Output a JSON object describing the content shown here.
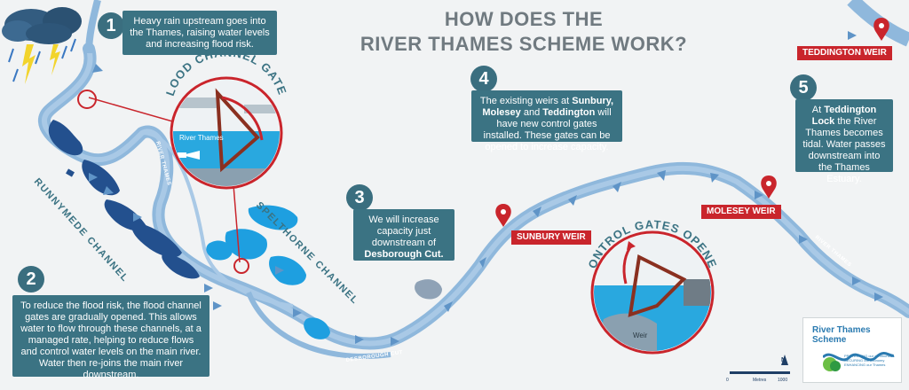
{
  "title": {
    "line1": "HOW DOES THE",
    "line2": "RIVER THAMES SCHEME WORK?"
  },
  "steps": [
    {
      "number": "1",
      "text": "Heavy rain upstream goes into the Thames, raising water levels and increasing flood risk."
    },
    {
      "number": "2",
      "text": "To reduce the flood risk, the flood channel gates are gradually opened. This allows water to flow through these channels, at a managed rate, helping to reduce flows and control water levels on the main river. Water then re-joins the main river downstream."
    },
    {
      "number": "3",
      "text_pre": "We will increase capacity just downstream of",
      "text_bold": "Desborough Cut."
    },
    {
      "number": "4",
      "text_pre": "The existing weirs at",
      "text_bold1": "Sunbury, Molesey",
      "text_mid": "and",
      "text_bold2": "Teddington",
      "text_post": "will have new control gates installed. These gates can be opened to increase capacity."
    },
    {
      "number": "5",
      "text_pre": "At",
      "text_bold": "Teddington Lock",
      "text_post": "the River Thames becomes tidal. Water passes downstream into the Thames Estuary."
    }
  ],
  "weirs": {
    "teddington": "TEDDINGTON WEIR",
    "molesey": "MOLESEY WEIR",
    "sunbury": "SUNBURY WEIR"
  },
  "inset_labels": {
    "flood_gates": "FLOOD CHANNEL GATES",
    "control_gates": "CONTROL GATES OPENED",
    "river_thames": "River Thames",
    "weir": "Weir"
  },
  "map_labels": {
    "runnymede": "RUNNYMEDE CHANNEL",
    "spelthorne": "SPELTHORNE CHANNEL",
    "river_thames_upper": "RIVER THAMES",
    "river_thames_lower": "RIVER THAMES",
    "desborough": "DESBOROUGH CUT"
  },
  "scale": {
    "start": "0",
    "unit": "Metres",
    "end": "1000"
  },
  "north": "N",
  "logo": {
    "title": "River Thames Scheme",
    "tagline": "PROTECTING our communities SECURING our economy ENHANCING our Thames"
  },
  "colors": {
    "river": "#8fb8dc",
    "channel_dark": "#23508e",
    "channel_bright": "#1e9fe0",
    "teal": "#3b7383",
    "weir_red": "#c9252c",
    "title_grey": "#707a80"
  }
}
